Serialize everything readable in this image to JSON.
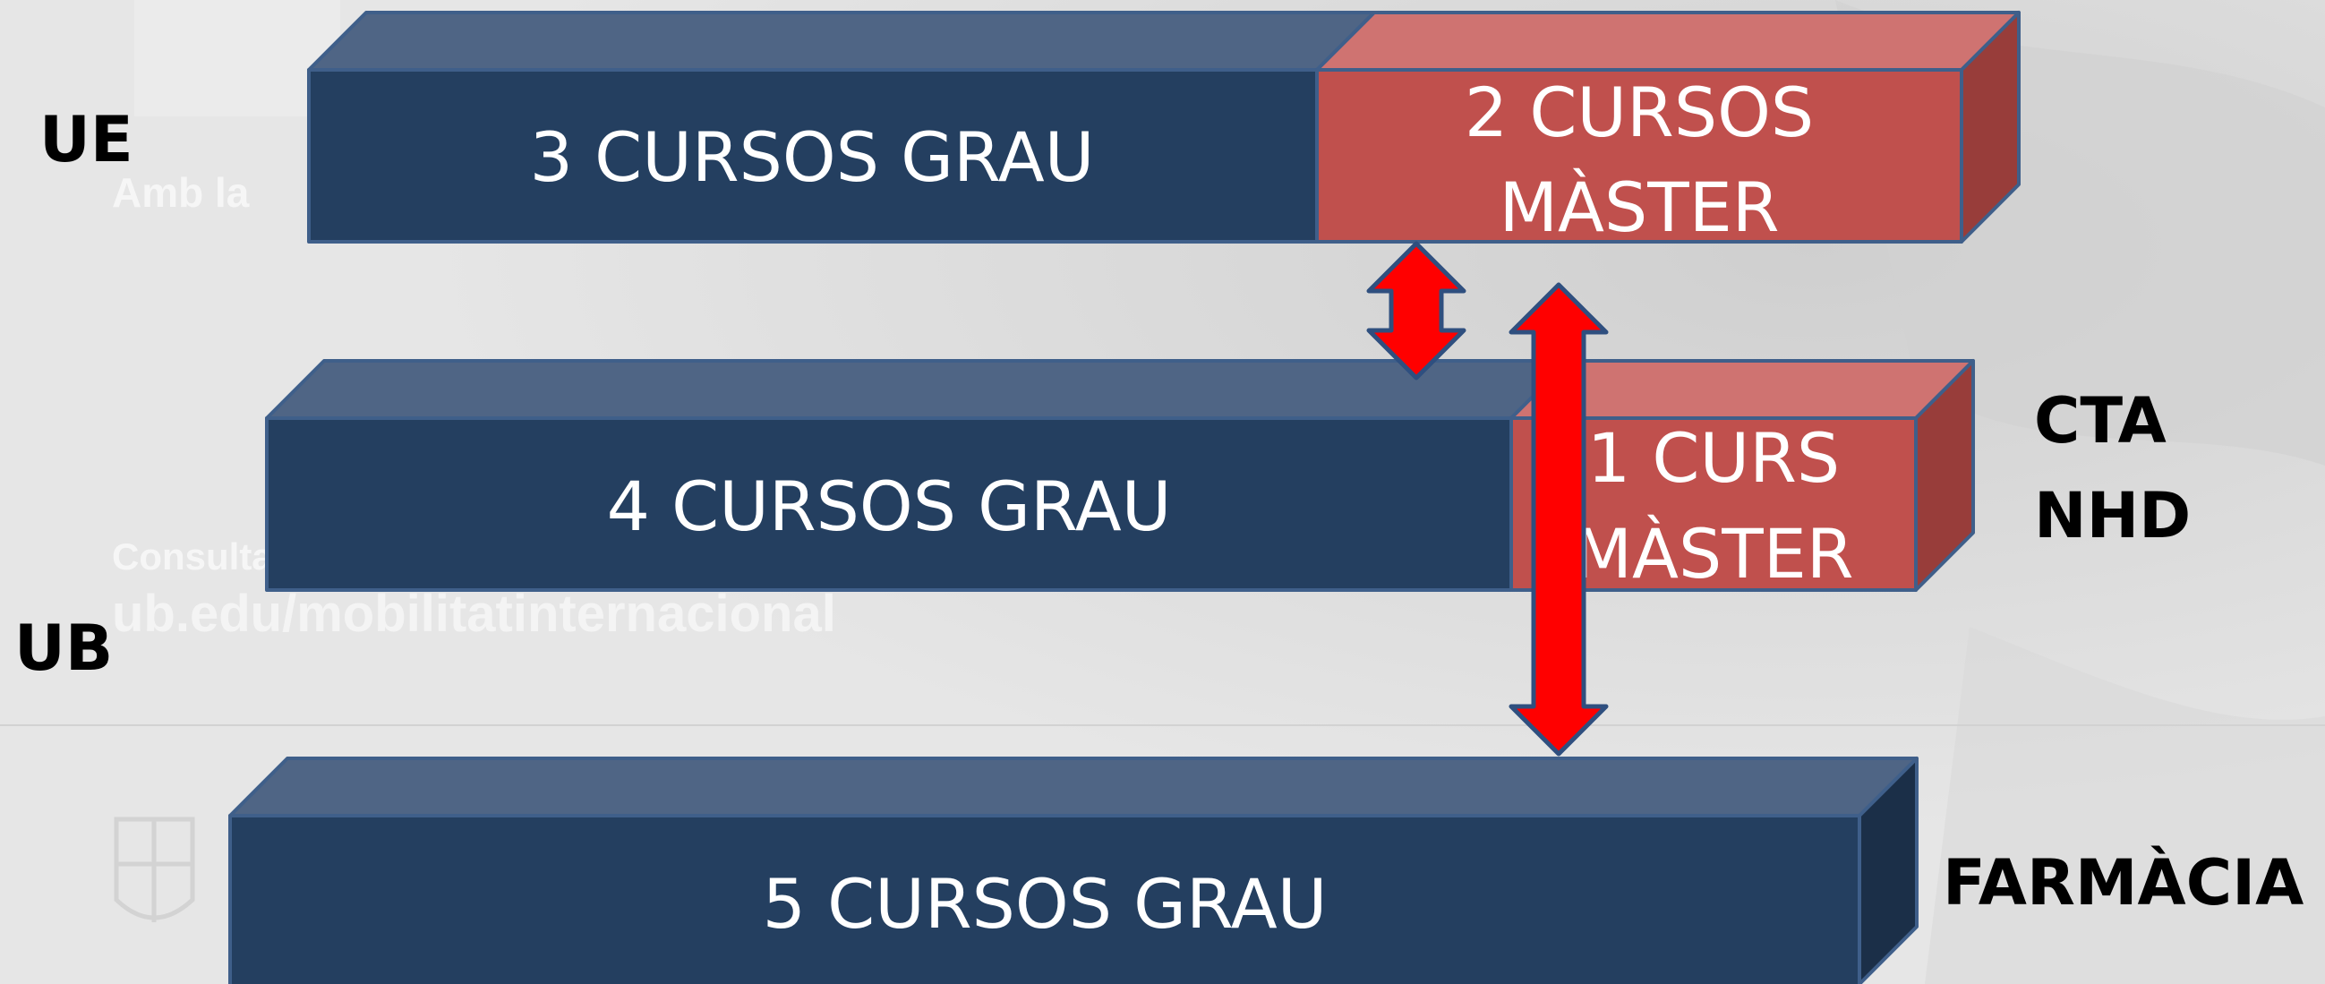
{
  "background": {
    "tagline_fragment": "Amb la",
    "consult_fragment": "Consulta",
    "url_text": "ub.edu/mobilitatinternacional"
  },
  "rows": [
    {
      "region_label": "UE",
      "segments": [
        {
          "lines": [
            "3 CURSOS GRAU"
          ],
          "kind": "grau"
        },
        {
          "lines": [
            "2 CURSOS",
            "MÀSTER"
          ],
          "kind": "master"
        }
      ]
    },
    {
      "region_label": "UB",
      "segments": [
        {
          "lines": [
            "4 CURSOS GRAU"
          ],
          "kind": "grau"
        },
        {
          "lines": [
            "1 CURS",
            "MÀSTER"
          ],
          "kind": "master"
        }
      ]
    },
    {
      "segments": [
        {
          "lines": [
            "5 CURSOS GRAU"
          ],
          "kind": "grau"
        }
      ]
    }
  ],
  "side_labels": {
    "cta": "CTA",
    "nhd": "NHD",
    "farmacia": "FARMÀCIA"
  },
  "colors": {
    "grau_front": "#243f60",
    "grau_top": "#4f6585",
    "grau_side": "#1b2f48",
    "master_front": "#c0504d",
    "master_top": "#cf7371",
    "master_side": "#983d3a",
    "edge": "#3f5f8a",
    "arrow": "#ff0000",
    "arrow_outline": "#2f4f7f"
  },
  "arrows": [
    {
      "connects": [
        "UE",
        "UB"
      ]
    },
    {
      "connects": [
        "UE",
        "FARMÀCIA"
      ]
    }
  ]
}
